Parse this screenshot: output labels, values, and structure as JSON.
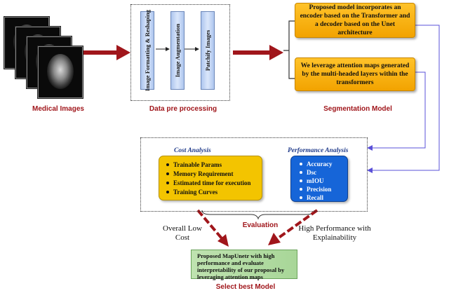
{
  "input": {
    "caption": "Medical Images"
  },
  "preprocessing": {
    "caption": "Data pre processing",
    "steps": [
      "Image Formatting & Reshaping",
      "Image Augmentation",
      "Patchify Images"
    ]
  },
  "segmentation": {
    "caption": "Segmentation Model",
    "box1": "Proposed model incorporates an encoder based on the Transformer and a decoder based on the Unet architecture",
    "box2": "We leverage attention maps generated by the multi-headed layers within the transformers"
  },
  "evaluation": {
    "label": "Evaluation",
    "cost": {
      "title": "Cost Analysis",
      "items": [
        "Trainable Params",
        "Memory Requirement",
        "Estimated time for execution",
        "Training Curves"
      ]
    },
    "performance": {
      "title": "Performance Analysis",
      "items": [
        "Accuracy",
        "Dsc",
        "mIOU",
        "Precision",
        "Recall"
      ]
    }
  },
  "selection": {
    "left_label": "Overall Low Cost",
    "right_label": "High Performance with Explainability",
    "result": "Proposed MapUnetr with high performance and evaluate interpretability of our proposal by leveraging attention maps",
    "caption": "Select best Model"
  },
  "colors": {
    "arrow_red": "#a0161b",
    "connector_blue": "#5a50d8",
    "orange": "#f7b000",
    "bar_blue": "#aec6ee",
    "cost_yellow": "#f3c400",
    "perf_blue": "#1665d8",
    "result_green": "#b3dba3"
  }
}
